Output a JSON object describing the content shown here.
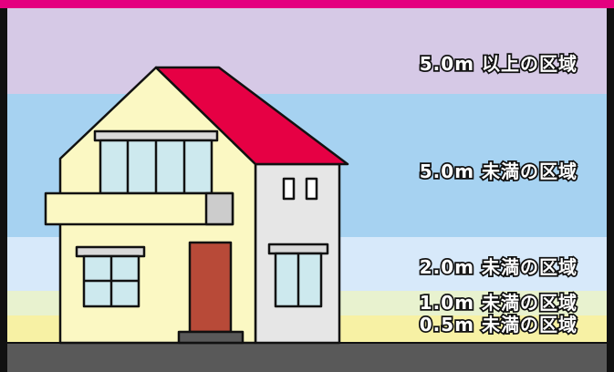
{
  "zones": [
    {
      "label": "5.0m 以上の区域",
      "color": "#d6c9e6"
    },
    {
      "label": "5.0m 未満の区域",
      "color": "#a6d2f1"
    },
    {
      "label": "2.0m 未満の区域",
      "color": "#d7e9fa"
    },
    {
      "label": "1.0m 未満の区域",
      "color": "#e8f2cf"
    },
    {
      "label": "0.5m 未満の区域",
      "color": "#f7f1a4"
    }
  ],
  "colors": {
    "top_bar": "#e4007f",
    "ground": "#595959",
    "frame": "#111111",
    "house_wall": "#fbf8c3",
    "house_annex": "#e6e6e6",
    "roof": "#e60044",
    "window_glass": "#cde9ee",
    "door": "#b84a38"
  }
}
